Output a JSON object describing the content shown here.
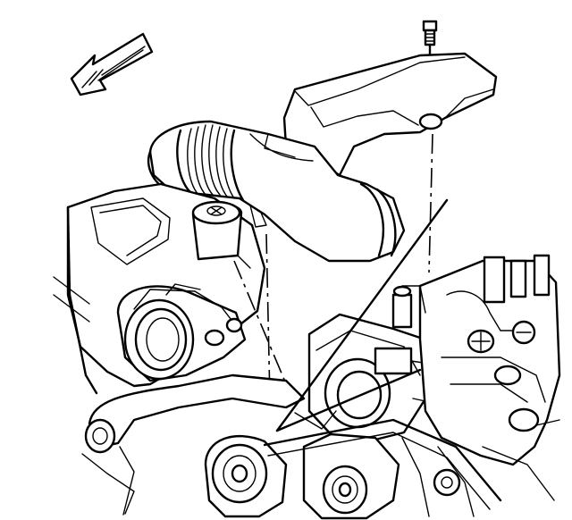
{
  "diagram": {
    "colors": {
      "line": "#000000",
      "background": "#ffffff"
    },
    "parts": [
      "front-direction-arrow",
      "mounting-bolt",
      "air-intake-duct",
      "duct-bracket",
      "air-cleaner-housing",
      "oil-fill-cap",
      "mass-airflow-sensor",
      "throttle-body",
      "intake-manifold",
      "accessory-pulleys"
    ]
  }
}
